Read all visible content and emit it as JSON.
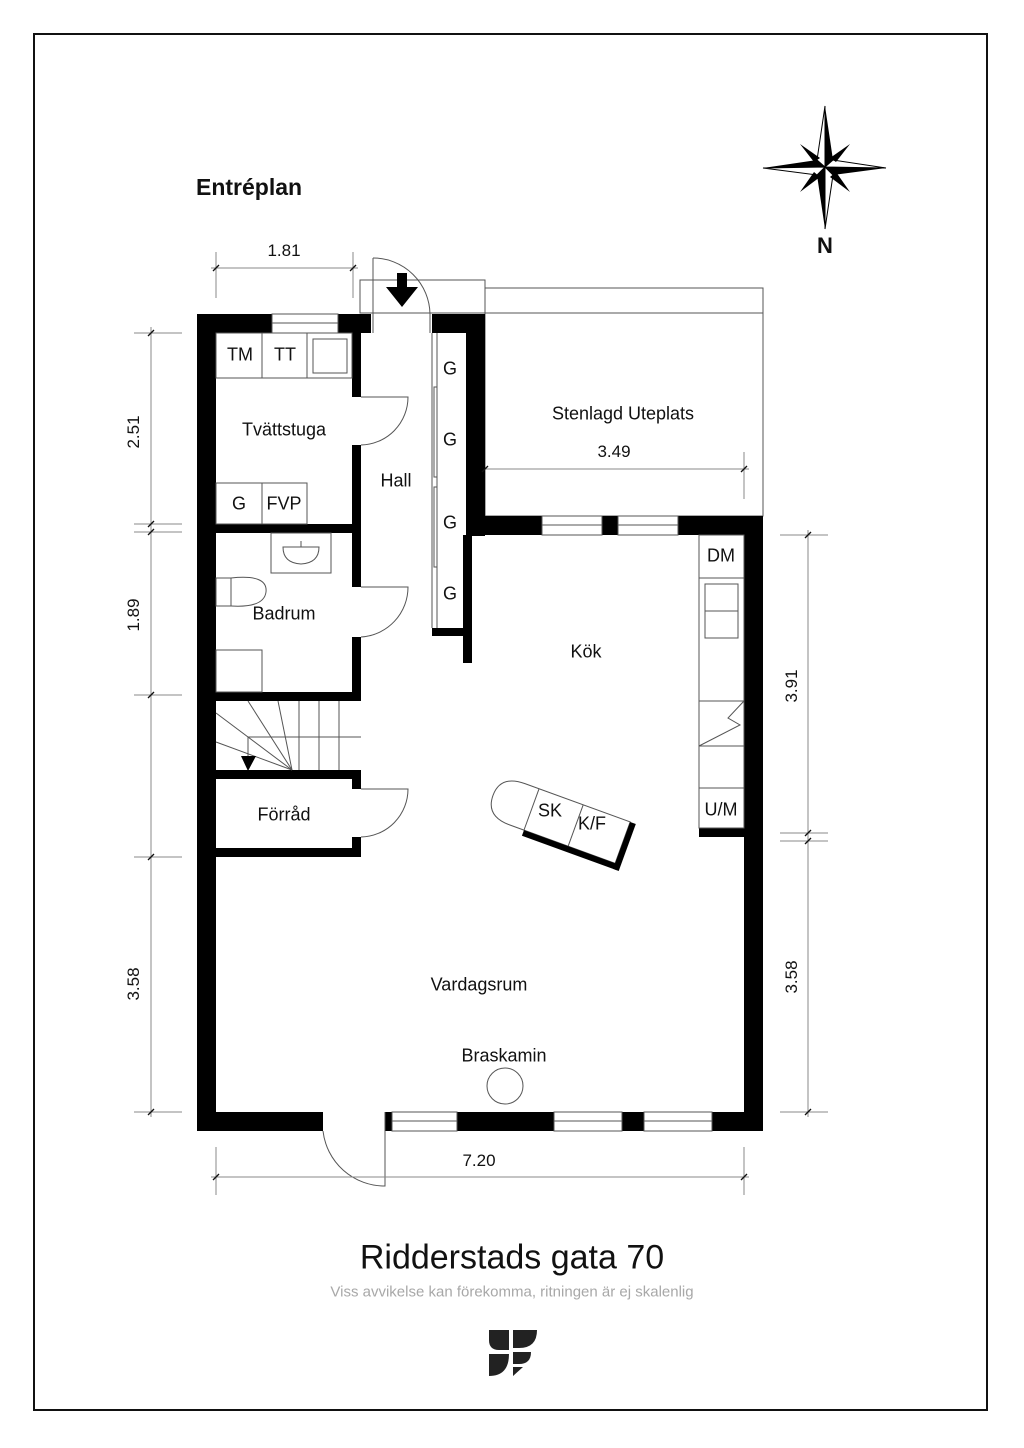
{
  "plan": {
    "title": "Entréplan",
    "compass": {
      "icon": "compass-rose-icon",
      "north_label": "N"
    },
    "rooms": {
      "tvattstuga": "Tvättstuga",
      "hall": "Hall",
      "badrum": "Badrum",
      "forrad": "Förråd",
      "kok": "Kök",
      "vardagsrum": "Vardagsrum",
      "uteplats": "Stenlagd Uteplats"
    },
    "fixtures": {
      "tm": "TM",
      "tt": "TT",
      "g_laundry": "G",
      "fvp": "FVP",
      "wardrobes": [
        "G",
        "G",
        "G",
        "G"
      ],
      "dm": "DM",
      "um": "U/M",
      "sk": "SK",
      "kf": "K/F",
      "braskamin": "Braskamin"
    },
    "dimensions": {
      "top_laundry_width": "1.81",
      "left_tvattstuga": "2.51",
      "left_badrum": "1.89",
      "left_vardagsrum": "3.58",
      "right_kok": "3.91",
      "right_vardagsrum": "3.58",
      "uteplats_width": "3.49",
      "bottom_total_width": "7.20"
    }
  },
  "footer": {
    "address": "Ridderstads gata 70",
    "disclaimer": "Viss avvikelse kan förekomma, ritningen är ej skalenlig",
    "logo_icon": "sf-logo-icon"
  },
  "colors": {
    "wall": "#000000",
    "line": "#555555",
    "dimension_line": "#888888",
    "disclaimer_text": "#a8a8a8"
  }
}
